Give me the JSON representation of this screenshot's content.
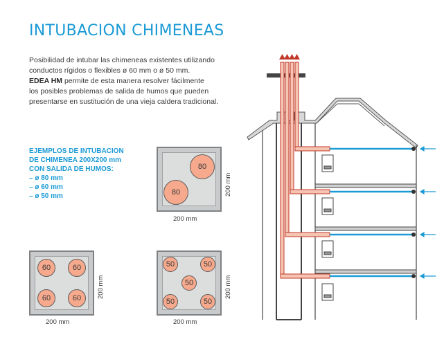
{
  "title": "INTUBACION CHIMENEAS",
  "intro": {
    "line1": "Posibilidad de intubar las chimeneas existentes utilizando",
    "line2": "conductos rígidos o flexibles ø 60 mm o ø 50 mm.",
    "line3_bold": "EDEA HM",
    "line3_rest": " permite de esta manera resolver fácilmente",
    "line4": "los posibles problemas de salida de humos que pueden",
    "line5": "presentarse en sustitución de una vieja caldera tradicional."
  },
  "examples": {
    "heading1": "EJEMPLOS DE INTUBACION",
    "heading2": "DE CHIMENEA 200X200 mm",
    "heading3": "CON SALIDA DE HUMOS:",
    "items": [
      "– ø 80 mm",
      "– ø 60 mm",
      "– ø 50 mm"
    ]
  },
  "box_80": {
    "circles": [
      "80",
      "80"
    ],
    "width_label": "200 mm",
    "height_label": "200 mm"
  },
  "box_60": {
    "circles": [
      "60",
      "60",
      "60",
      "60"
    ],
    "width_label": "200 mm",
    "height_label": "200 mm"
  },
  "box_50": {
    "circles": [
      "50",
      "50",
      "50",
      "50",
      "50"
    ],
    "width_label": "200 mm",
    "height_label": "200 mm"
  },
  "colors": {
    "accent": "#1a9ad6",
    "duct": "#f6a98c",
    "duct_outline": "#c0392b",
    "water": "#1a9ad6",
    "box_fill": "#dcdddd"
  },
  "icons": [
    "arrow-up-icon",
    "arrow-left-icon",
    "boiler-icon"
  ]
}
